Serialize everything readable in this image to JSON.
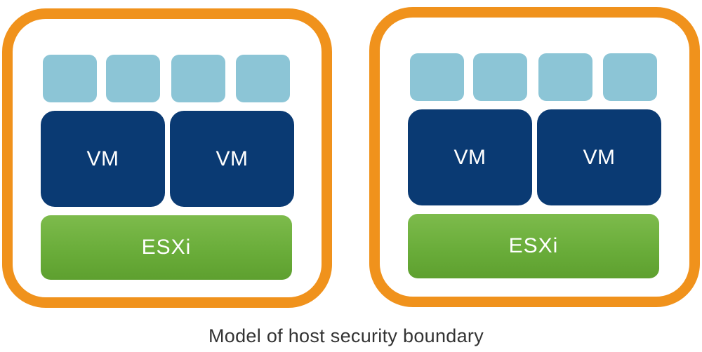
{
  "hosts": [
    {
      "vms": [
        {
          "label": "VM"
        },
        {
          "label": "VM"
        }
      ],
      "hypervisor": {
        "label": "ESXi"
      }
    },
    {
      "vms": [
        {
          "label": "VM"
        },
        {
          "label": "VM"
        }
      ],
      "hypervisor": {
        "label": "ESXi"
      }
    }
  ],
  "caption": "Model of host security boundary",
  "colors": {
    "boundary": "#f0921c",
    "tile": "#8cc5d6",
    "vm": "#0a3a73",
    "esxi": "#6aad3a",
    "caption_text": "#333333"
  }
}
